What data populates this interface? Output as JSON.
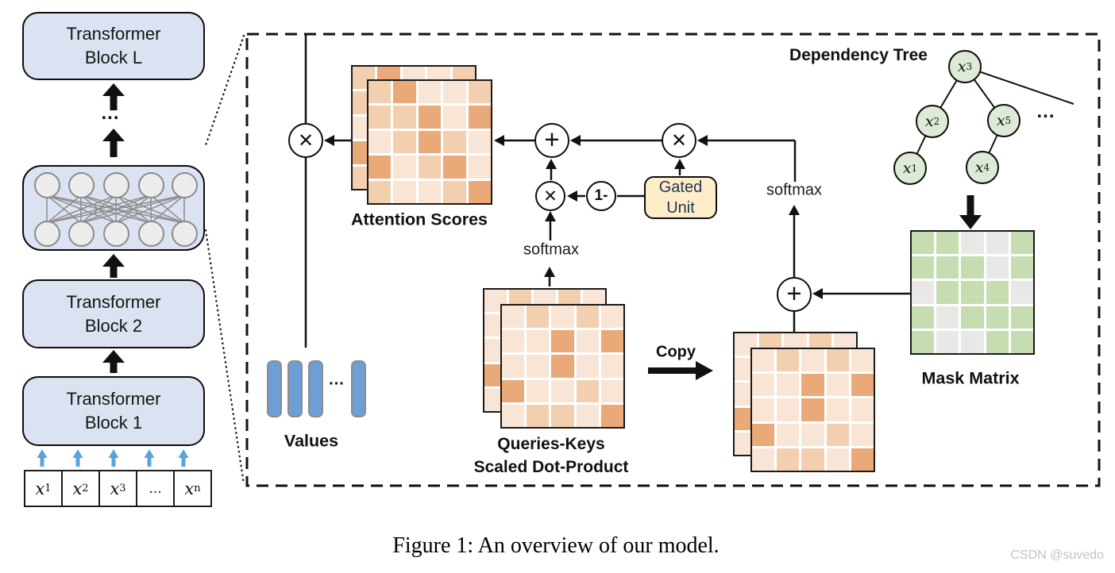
{
  "palette": {
    "L": "#f9e5d5",
    "M": "#f2cfae",
    "D": "#e9a978",
    "G": "#c6ddb2",
    "E": "#e8e8e6"
  },
  "colors": {
    "block_fill": "#dbe3f2",
    "gated_fill": "#fdedc8",
    "node_fill": "#dcead6",
    "values_blue": "#6d9ed6",
    "input_arrow_blue": "#56a5dc"
  },
  "left_stack": {
    "block_l": "Transformer\nBlock L",
    "dots": "...",
    "block_2": "Transformer\nBlock 2",
    "block_1": "Transformer\nBlock 1",
    "inputs": [
      {
        "base": "x",
        "sub": "1"
      },
      {
        "base": "x",
        "sub": "2"
      },
      {
        "base": "x",
        "sub": "3"
      },
      {
        "base": "...",
        "sub": ""
      },
      {
        "base": "x",
        "sub": "n"
      }
    ]
  },
  "operators": {
    "multiply": "✕",
    "add": "+",
    "one_minus": "1-"
  },
  "labels": {
    "attention_scores": "Attention Scores",
    "softmax_left": "softmax",
    "softmax_right": "softmax",
    "gated_unit": "Gated\nUnit",
    "copy": "Copy",
    "values": "Values",
    "values_dots": "...",
    "queries_keys": "Queries-Keys\nScaled Dot-Product",
    "dependency_tree": "Dependency Tree",
    "mask_matrix": "Mask Matrix",
    "tree_dots": "..."
  },
  "tree": {
    "nodes": [
      {
        "base": "x",
        "sub": "3"
      },
      {
        "base": "x",
        "sub": "2"
      },
      {
        "base": "x",
        "sub": "5"
      },
      {
        "base": "x",
        "sub": "1"
      },
      {
        "base": "x",
        "sub": "4"
      }
    ]
  },
  "matrices": {
    "attention_front": [
      [
        "M",
        "D",
        "L",
        "L",
        "M"
      ],
      [
        "M",
        "M",
        "D",
        "L",
        "D"
      ],
      [
        "L",
        "M",
        "D",
        "M",
        "L"
      ],
      [
        "D",
        "L",
        "M",
        "D",
        "L"
      ],
      [
        "M",
        "L",
        "L",
        "M",
        "D"
      ]
    ],
    "attention_back": [
      [
        "M",
        "D",
        "L",
        "L",
        "M"
      ],
      [
        "M",
        "L",
        "L",
        "L",
        "L"
      ],
      [
        "L",
        "L",
        "L",
        "L",
        "L"
      ],
      [
        "D",
        "L",
        "L",
        "L",
        "L"
      ],
      [
        "M",
        "L",
        "L",
        "L",
        "L"
      ]
    ],
    "qk_front": [
      [
        "L",
        "M",
        "L",
        "M",
        "L"
      ],
      [
        "L",
        "L",
        "D",
        "L",
        "D"
      ],
      [
        "L",
        "L",
        "D",
        "L",
        "L"
      ],
      [
        "D",
        "L",
        "L",
        "M",
        "L"
      ],
      [
        "L",
        "M",
        "M",
        "L",
        "D"
      ]
    ],
    "qk_back": [
      [
        "L",
        "M",
        "L",
        "M",
        "L"
      ],
      [
        "L",
        "L",
        "L",
        "L",
        "L"
      ],
      [
        "L",
        "L",
        "L",
        "L",
        "L"
      ],
      [
        "D",
        "L",
        "L",
        "L",
        "L"
      ],
      [
        "L",
        "L",
        "L",
        "L",
        "L"
      ]
    ],
    "copy_front": [
      [
        "L",
        "M",
        "L",
        "M",
        "L"
      ],
      [
        "L",
        "L",
        "D",
        "L",
        "D"
      ],
      [
        "L",
        "L",
        "D",
        "L",
        "L"
      ],
      [
        "D",
        "L",
        "L",
        "M",
        "L"
      ],
      [
        "L",
        "M",
        "M",
        "L",
        "D"
      ]
    ],
    "copy_back": [
      [
        "L",
        "M",
        "L",
        "M",
        "L"
      ],
      [
        "L",
        "L",
        "L",
        "L",
        "L"
      ],
      [
        "L",
        "L",
        "L",
        "L",
        "L"
      ],
      [
        "D",
        "L",
        "L",
        "L",
        "L"
      ],
      [
        "L",
        "L",
        "L",
        "L",
        "L"
      ]
    ],
    "mask": [
      [
        "G",
        "G",
        "E",
        "E",
        "G"
      ],
      [
        "G",
        "G",
        "G",
        "E",
        "G"
      ],
      [
        "E",
        "G",
        "G",
        "G",
        "E"
      ],
      [
        "G",
        "E",
        "G",
        "G",
        "G"
      ],
      [
        "G",
        "E",
        "E",
        "G",
        "G"
      ]
    ]
  },
  "caption": "Figure 1: An overview of our model.",
  "watermark": "CSDN @suvedo"
}
